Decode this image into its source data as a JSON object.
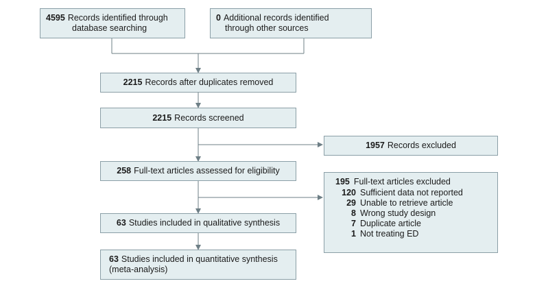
{
  "diagram": {
    "identified_db": {
      "count": "4595",
      "text_line1": "Records identified through",
      "text_line2": "database searching"
    },
    "identified_other": {
      "count": "0",
      "text_line1": "Additional records identified",
      "text_line2": "through other sources"
    },
    "after_duplicates": {
      "count": "2215",
      "text": "Records after duplicates removed"
    },
    "screened": {
      "count": "2215",
      "text": "Records screened"
    },
    "records_excluded": {
      "count": "1957",
      "text": "Records excluded"
    },
    "fulltext_assessed": {
      "count": "258",
      "text": "Full-text articles assessed for eligibility"
    },
    "fulltext_excluded": {
      "count": "195",
      "text": "Full-text articles excluded",
      "reasons": [
        {
          "count": "120",
          "text": "Sufficient data not reported"
        },
        {
          "count": "29",
          "text": "Unable to retrieve article"
        },
        {
          "count": "8",
          "text": "Wrong study design"
        },
        {
          "count": "7",
          "text": "Duplicate article"
        },
        {
          "count": "1",
          "text": "Not treating ED"
        }
      ]
    },
    "qualitative": {
      "count": "63",
      "text": "Studies included in qualitative synthesis"
    },
    "quantitative": {
      "count": "63",
      "text_line1": "Studies included in quantitative synthesis",
      "text_line2": "(meta-analysis)"
    }
  }
}
